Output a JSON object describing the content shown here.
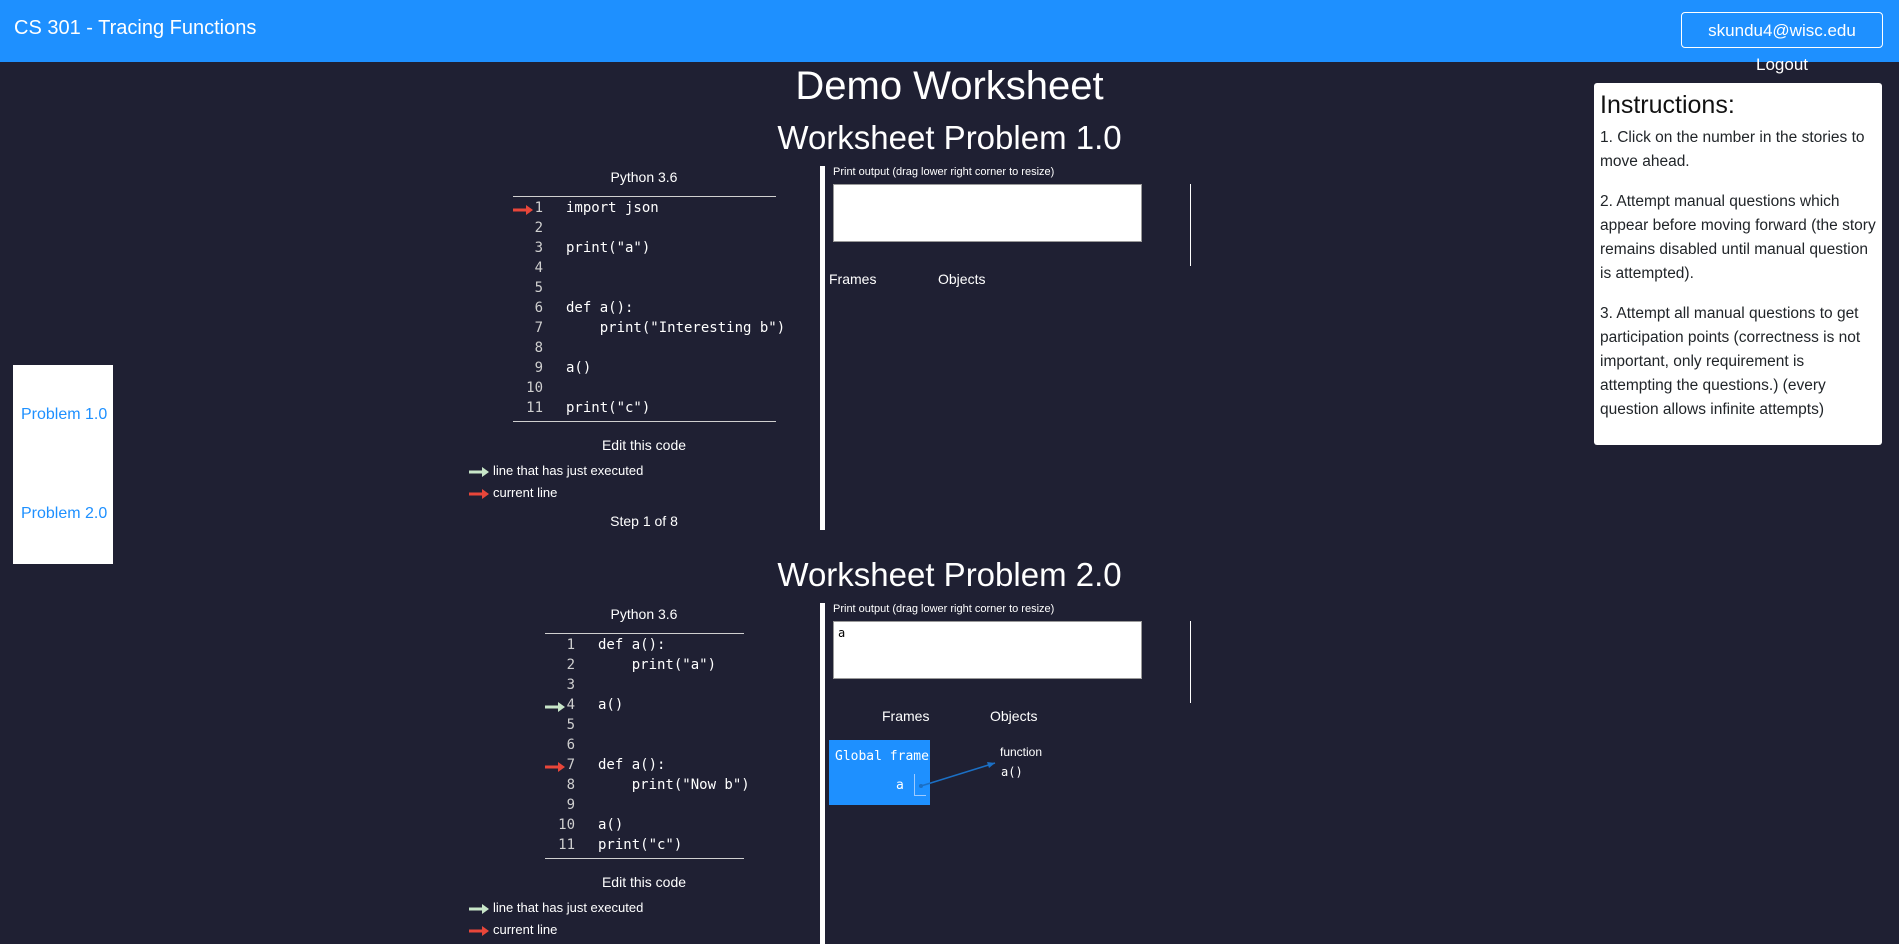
{
  "navbar": {
    "brand": "CS 301 - Tracing Functions",
    "logout_label": "skundu4@wisc.edu Logout"
  },
  "sidenav": {
    "items": [
      {
        "label": "Problem 1.0"
      },
      {
        "label": "Problem 2.0"
      }
    ]
  },
  "page_title": "Demo Worksheet",
  "instructions": {
    "title": "Instructions:",
    "steps": [
      "1. Click on the number in the stories to move ahead.",
      "2. Attempt manual questions which appear before moving forward (the story remains disabled until manual question is attempted).",
      "3. Attempt all manual questions to get participation points (correctness is not important, only requirement is attempting the questions.) (every question allows infinite attempts)"
    ]
  },
  "problems": [
    {
      "title": "Worksheet Problem 1.0",
      "language": "Python 3.6",
      "code_lines": [
        {
          "num": "1",
          "text": "import json"
        },
        {
          "num": "2",
          "text": ""
        },
        {
          "num": "3",
          "text": "print(\"a\")"
        },
        {
          "num": "4",
          "text": ""
        },
        {
          "num": "5",
          "text": ""
        },
        {
          "num": "6",
          "text": "def a():"
        },
        {
          "num": "7",
          "text": "    print(\"Interesting b\")"
        },
        {
          "num": "8",
          "text": ""
        },
        {
          "num": "9",
          "text": "a()"
        },
        {
          "num": "10",
          "text": ""
        },
        {
          "num": "11",
          "text": "print(\"c\")"
        }
      ],
      "current_line": "1",
      "executed_line": "",
      "edit_label": "Edit this code",
      "legend_executed": "line that has just executed",
      "legend_current": "current line",
      "step_text": "Step 1 of 8",
      "print_label": "Print output (drag lower right corner to resize)",
      "print_output": "",
      "frames_label": "Frames",
      "objects_label": "Objects"
    },
    {
      "title": "Worksheet Problem 2.0",
      "language": "Python 3.6",
      "code_lines": [
        {
          "num": "1",
          "text": "def a():"
        },
        {
          "num": "2",
          "text": "    print(\"a\")"
        },
        {
          "num": "3",
          "text": ""
        },
        {
          "num": "4",
          "text": "a()"
        },
        {
          "num": "5",
          "text": ""
        },
        {
          "num": "6",
          "text": ""
        },
        {
          "num": "7",
          "text": "def a():"
        },
        {
          "num": "8",
          "text": "    print(\"Now b\")"
        },
        {
          "num": "9",
          "text": ""
        },
        {
          "num": "10",
          "text": "a()"
        },
        {
          "num": "11",
          "text": "print(\"c\")"
        }
      ],
      "current_line": "7",
      "executed_line": "4",
      "edit_label": "Edit this code",
      "legend_executed": "line that has just executed",
      "legend_current": "current line",
      "print_label": "Print output (drag lower right corner to resize)",
      "print_output": "a",
      "frames_label": "Frames",
      "objects_label": "Objects",
      "global_frame_label": "Global frame",
      "frame_var": "a",
      "object_type": "function",
      "object_name": "a()"
    }
  ],
  "colors": {
    "navbar": "#1e90ff",
    "background": "#1f2033",
    "current_arrow": "#e8463a",
    "executed_arrow": "#c8e6c9"
  }
}
